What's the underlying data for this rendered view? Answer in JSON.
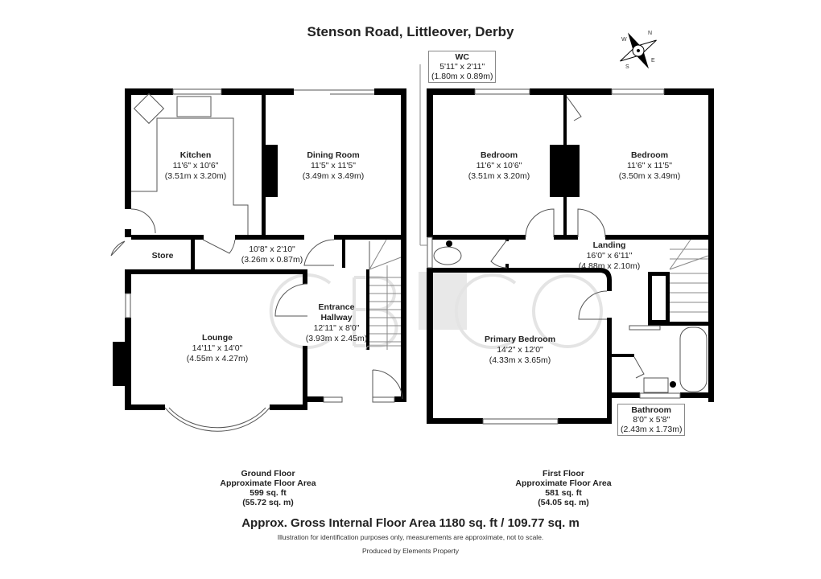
{
  "title": "Stenson Road, Littleover, Derby",
  "watermark": "CB+CO",
  "compass": {
    "labels": [
      "N",
      "E",
      "S",
      "W"
    ]
  },
  "ground_floor": {
    "rooms": [
      {
        "name": "Kitchen",
        "imperial": "11'6\" x 10'6\"",
        "metric": "(3.51m x 3.20m)"
      },
      {
        "name": "Dining Room",
        "imperial": "11'5\" x 11'5\"",
        "metric": "(3.49m x 3.49m)"
      },
      {
        "name": "Store"
      },
      {
        "name": "",
        "imperial": "10'8\" x 2'10\"",
        "metric": "(3.26m x 0.87m)"
      },
      {
        "name": "Entrance",
        "name2": "Hallway",
        "imperial": "12'11\" x 8'0\"",
        "metric": "(3.93m x 2.45m)"
      },
      {
        "name": "Lounge",
        "imperial": "14'11\" x 14'0\"",
        "metric": "(4.55m x 4.27m)"
      }
    ],
    "label": "Ground Floor",
    "area_label": "Approximate Floor Area",
    "area_sqft": "599 sq. ft",
    "area_sqm": "(55.72 sq. m)"
  },
  "first_floor": {
    "rooms": [
      {
        "name": "WC",
        "imperial": "5'11\" x 2'11\"",
        "metric": "(1.80m x 0.89m)"
      },
      {
        "name": "Bedroom",
        "imperial": "11'6\" x 10'6\"",
        "metric": "(3.51m x 3.20m)"
      },
      {
        "name": "Bedroom",
        "imperial": "11'6\" x 11'5\"",
        "metric": "(3.50m x 3.49m)"
      },
      {
        "name": "Landing",
        "imperial": "16'0\" x 6'11\"",
        "metric": "(4.88m x 2.10m)"
      },
      {
        "name": "Primary Bedroom",
        "imperial": "14'2\" x 12'0\"",
        "metric": "(4.33m x 3.65m)"
      },
      {
        "name": "Bathroom",
        "imperial": "8'0\" x 5'8\"",
        "metric": "(2.43m x 1.73m)"
      }
    ],
    "label": "First Floor",
    "area_label": "Approximate Floor Area",
    "area_sqft": "581 sq. ft",
    "area_sqm": "(54.05 sq. m)"
  },
  "gross_area": "Approx. Gross Internal Floor Area 1180 sq. ft / 109.77 sq. m",
  "disclaimer": "Illustration for identification purposes only, measurements are approximate, not to scale.",
  "credit": "Produced by Elements Property"
}
